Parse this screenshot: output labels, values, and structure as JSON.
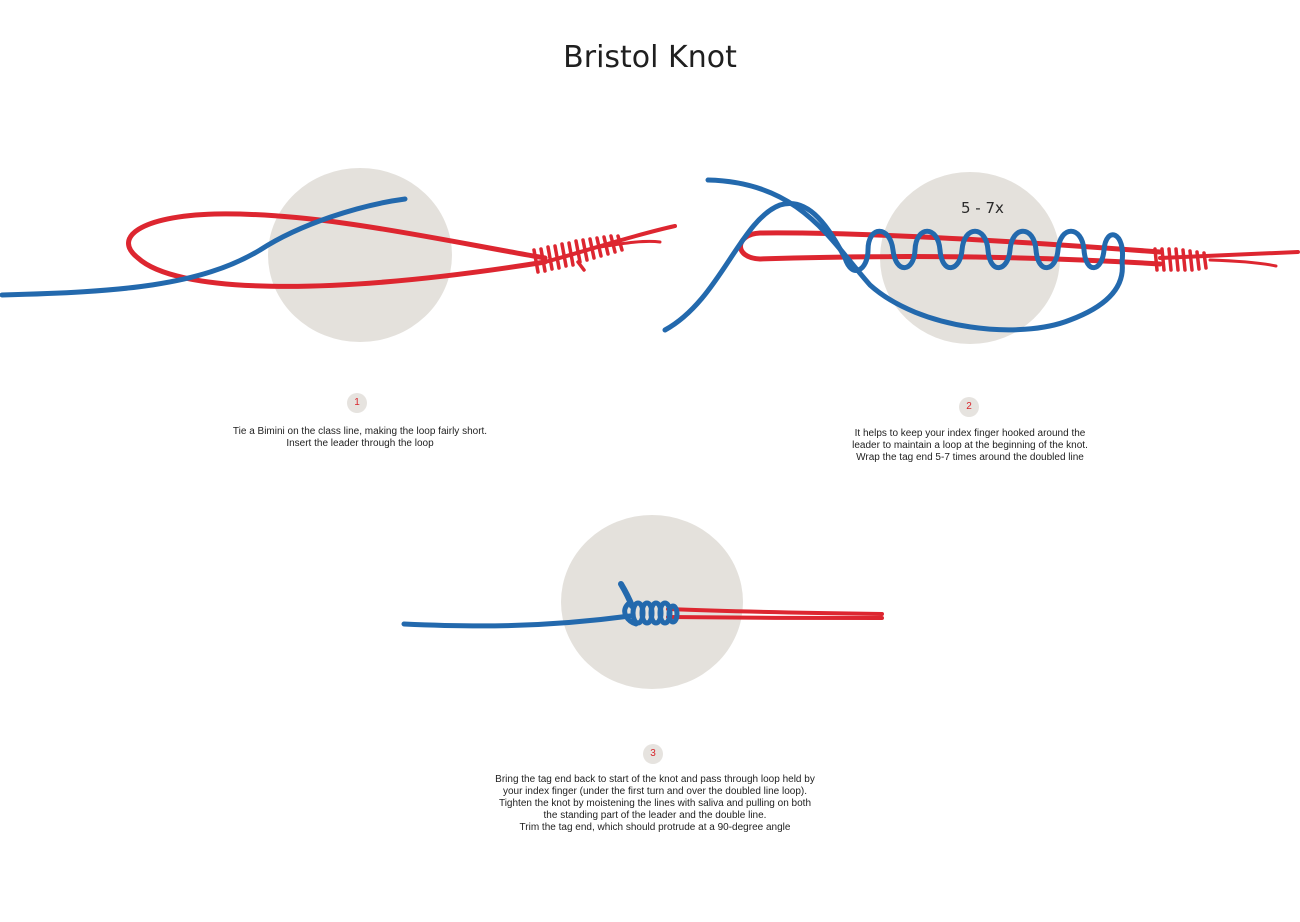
{
  "title": "Bristol Knot",
  "colors": {
    "leader": "#2369ad",
    "class_line": "#dd2630",
    "backdrop": "#e4e1dc",
    "badge_bg": "#e6e3df",
    "badge_text": "#d8262c"
  },
  "steps": [
    {
      "number": "1",
      "lines": [
        "Tie a Bimini on the class line, making the loop fairly short.",
        "Insert the leader through the loop"
      ]
    },
    {
      "number": "2",
      "annotation": "5 - 7x",
      "lines": [
        "It helps to keep your index finger hooked around the",
        "leader to maintain a loop at the beginning of the knot.",
        "Wrap the tag end 5-7 times around the doubled line"
      ]
    },
    {
      "number": "3",
      "lines": [
        "Bring the tag end back to start of the knot and pass through loop held by",
        "your index finger (under the first turn and over the doubled line loop).",
        "Tighten the knot by moistening the lines with saliva and pulling on both",
        "the standing part of the leader and the double line.",
        "Trim the tag end, which should protrude at a 90-degree angle"
      ]
    }
  ]
}
